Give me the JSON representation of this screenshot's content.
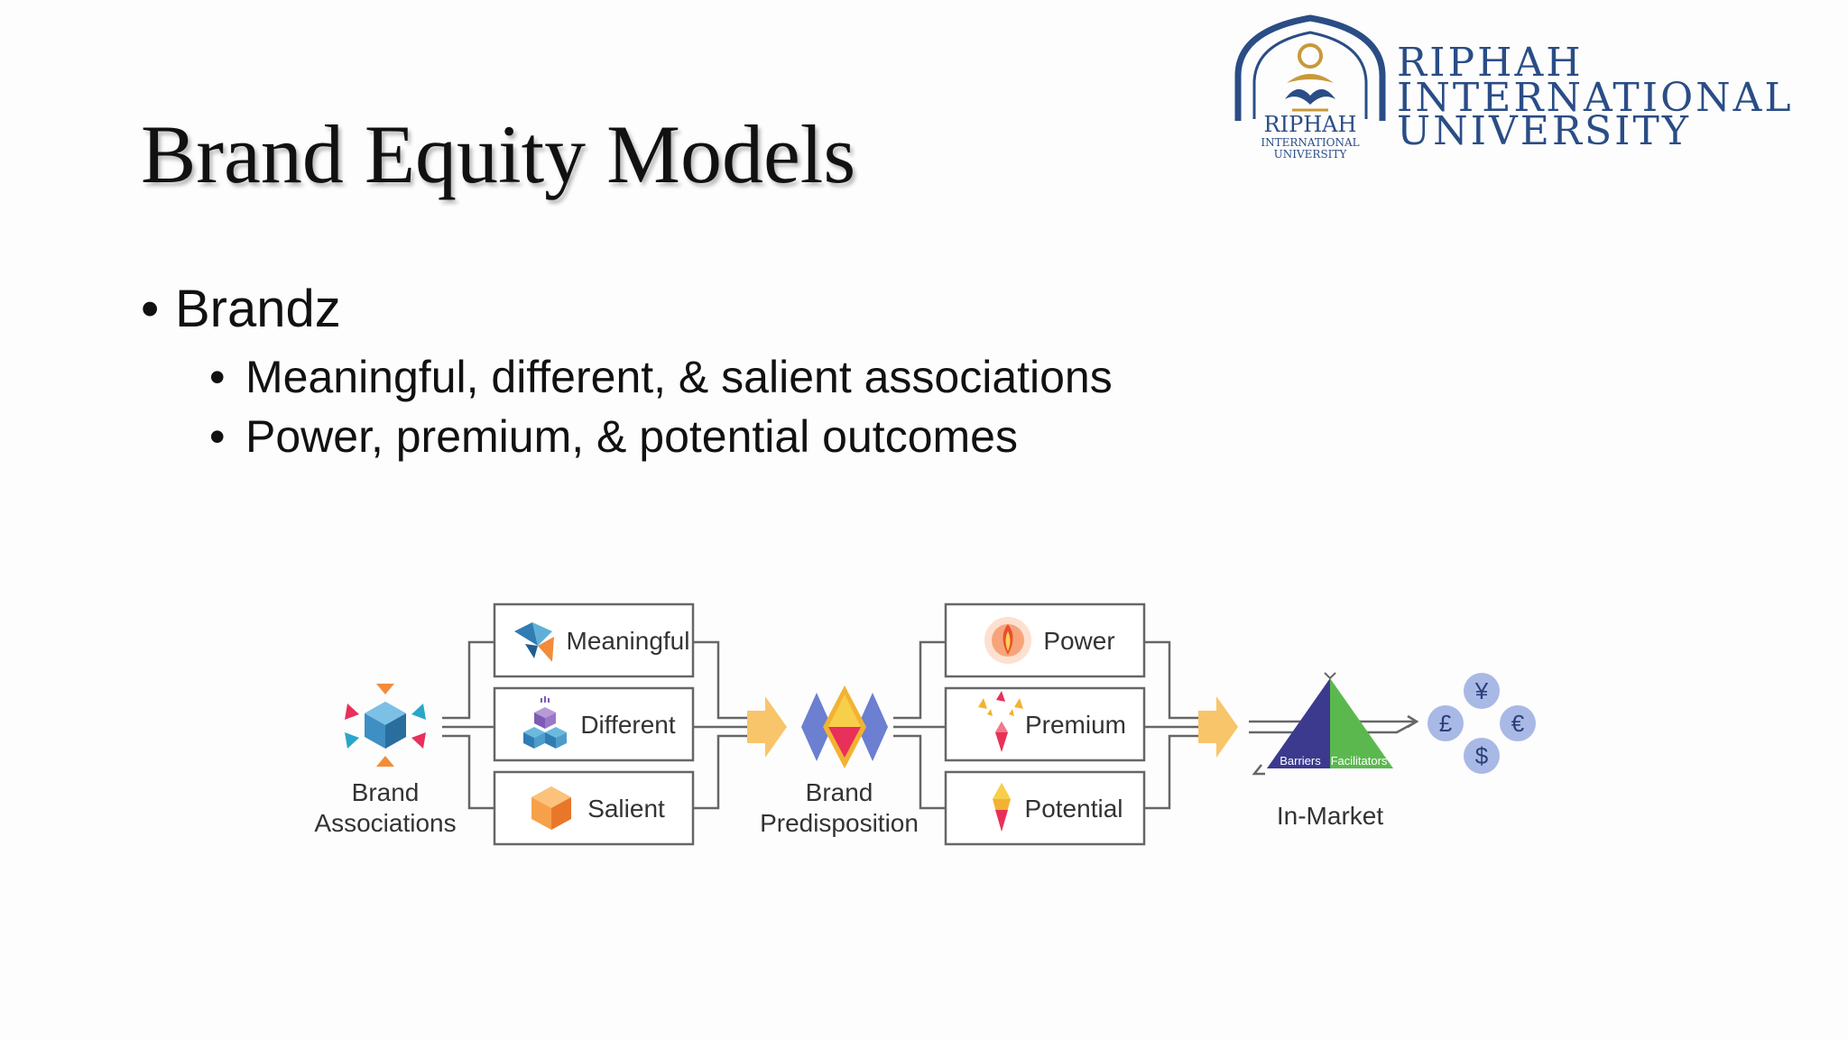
{
  "slide": {
    "title": "Brand Equity Models",
    "bullets": {
      "level1": "Brandz",
      "level2": [
        "Meaningful, different, & salient associations",
        "Power, premium, & potential outcomes"
      ]
    }
  },
  "logo": {
    "emblem_text": [
      "RIPHAH",
      "INTERNATIONAL",
      "UNIVERSITY"
    ],
    "name_lines": [
      "RIPHAH",
      "INTERNATIONAL",
      "UNIVERSITY"
    ],
    "color": "#2a4d86"
  },
  "diagram": {
    "brand_associations": [
      "Brand",
      "Associations"
    ],
    "associations": [
      "Meaningful",
      "Different",
      "Salient"
    ],
    "brand_predisposition": [
      "Brand",
      "Predisposition"
    ],
    "outcomes": [
      "Power",
      "Premium",
      "Potential"
    ],
    "in_market": {
      "label": "In-Market",
      "barriers": "Barriers",
      "facilitators": "Facilitators"
    },
    "currencies": [
      "¥",
      "£",
      "€",
      "$"
    ],
    "colors": {
      "box_border": "#6b6b6b",
      "arrow": "#f8c56a",
      "barriers": "#3b3a8f",
      "facilitators": "#5bb84f",
      "coin": "#a9b9e6"
    },
    "icons": [
      "brand-associations-icon",
      "meaningful-icon",
      "different-icon",
      "salient-icon",
      "brand-predisposition-icon",
      "power-icon",
      "premium-icon",
      "potential-icon",
      "in-market-triangle-icon",
      "currency-icon"
    ]
  }
}
